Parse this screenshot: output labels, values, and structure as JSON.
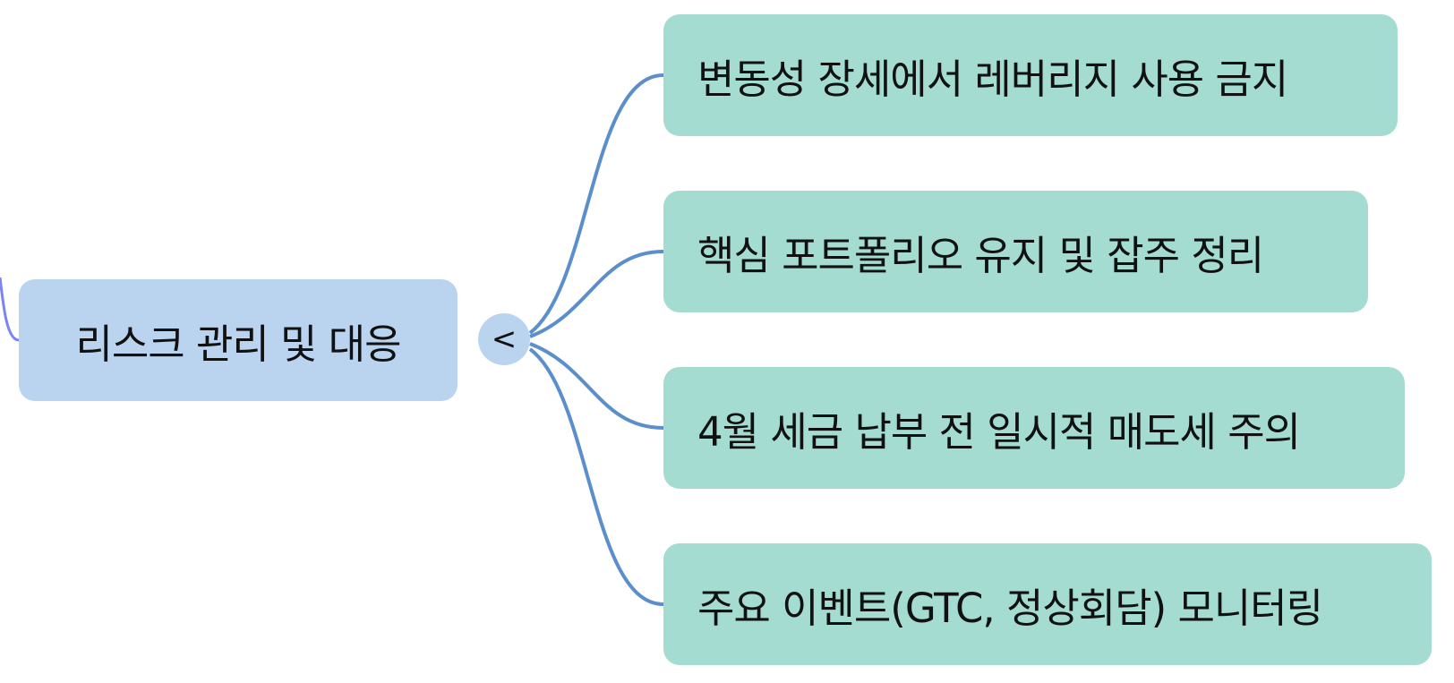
{
  "mindmap": {
    "parent": {
      "label": "리스크 관리 및 대응",
      "color": "#bad3ef"
    },
    "toggle": {
      "icon": "collapse-chevron-left-icon",
      "glyph": "<"
    },
    "children": [
      {
        "label": "변동성 장세에서 레버리지 사용 금지"
      },
      {
        "label": "핵심 포트폴리오 유지 및 잡주 정리"
      },
      {
        "label": "4월 세금 납부 전 일시적 매도세 주의"
      },
      {
        "label": "주요 이벤트(GTC, 정상회담) 모니터링"
      }
    ],
    "colors": {
      "child_fill": "#a4dcd1",
      "branch_line": "#5b8fcc",
      "incoming_line": "#7b83f5",
      "text": "#111111"
    }
  }
}
